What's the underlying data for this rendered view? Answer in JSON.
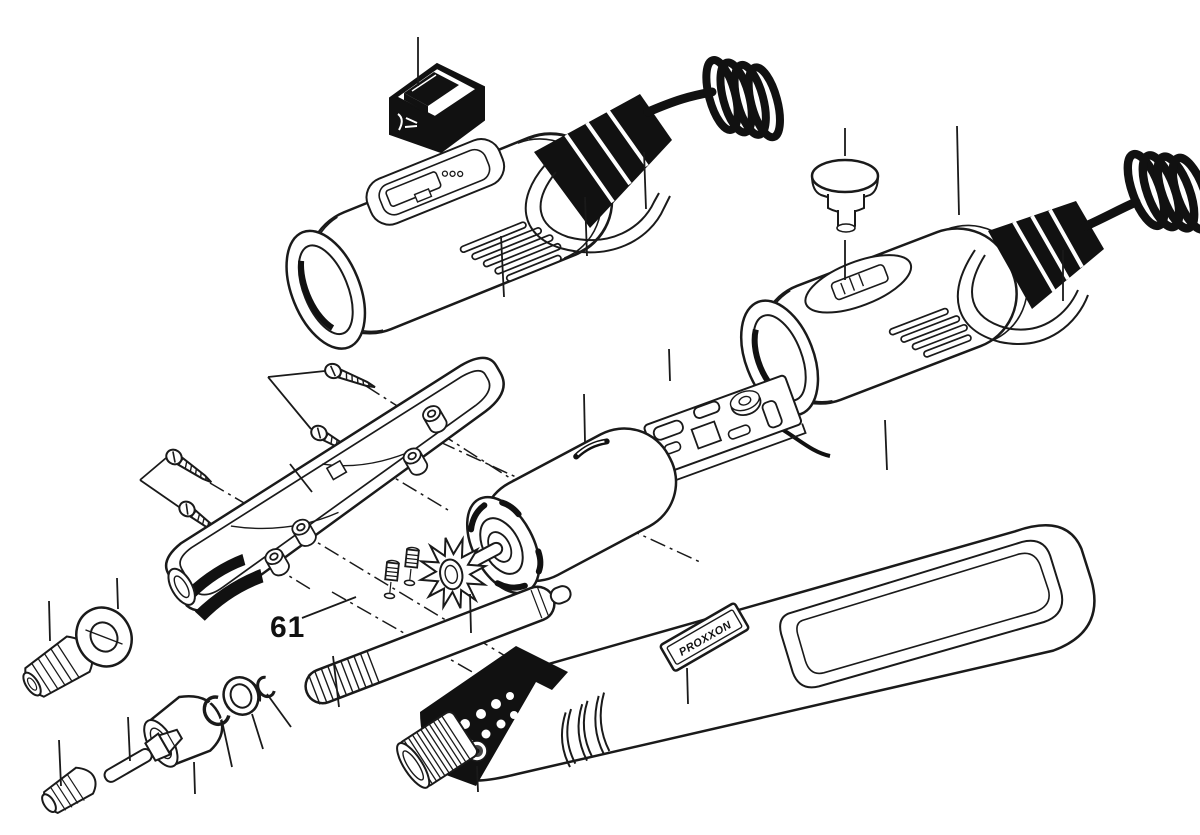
{
  "diagram": {
    "kind": "exploded-parts-diagram",
    "labels": {
      "part_number": "61",
      "brand": "PROXXON"
    },
    "colors": {
      "background": "#ffffff",
      "line": "#1a1a1a",
      "solid_black": "#111111"
    },
    "parts": [
      "rocker-switch",
      "rear-motor-housing-assembly",
      "strain-relief",
      "power-cord-coil",
      "speed-control-knob",
      "right-motor-housing-assembly",
      "control-pcb",
      "housing-screws",
      "upper-housing-shell",
      "grub-screws",
      "motor",
      "fan-impeller",
      "drive-shaft",
      "front-housing-shell",
      "brand-badge",
      "grip-sleeve",
      "threaded-nose",
      "spindle-lock-button",
      "collet-nut",
      "spacer-ring",
      "chuck-cap",
      "spindle",
      "snap-rings",
      "flanged-bushing"
    ]
  }
}
